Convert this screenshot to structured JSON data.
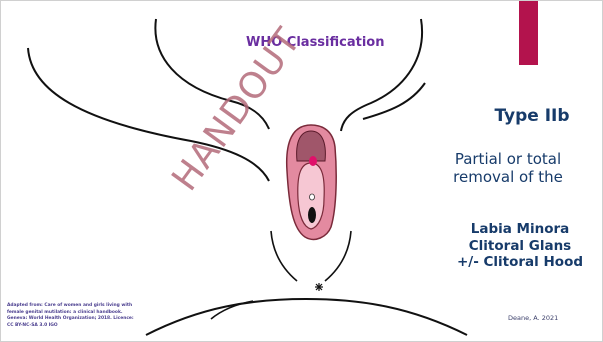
{
  "slide": {
    "title": "WHO Classification",
    "watermark": "HANDOUT",
    "type_heading": "Type IIb",
    "description_lines": [
      "Partial or total",
      "removal of the"
    ],
    "removed_parts": [
      "Labia Minora",
      "Clitoral Glans",
      "+/- Clitoral Hood"
    ],
    "citation_lines": [
      "Adapted from: Care of women and girls living with",
      "female genital mutilation: a clinical handbook.",
      "Geneva: World Health Organization; 2018. Licence:",
      "CC BY-NC-SA 3.0 IGO"
    ],
    "credit": "Deane, A. 2021"
  },
  "colors": {
    "title": "#6a2ea0",
    "accent_bar": "#b3134d",
    "body_text": "#173b6a",
    "watermark": "#b36a7a",
    "illustration_outer": "#e38aa0",
    "illustration_inner": "#f6c7d3",
    "illustration_hood": "#a0566a",
    "illustration_glans": "#e0106a"
  },
  "illustration": {
    "description": "anatomical-line-drawing"
  }
}
